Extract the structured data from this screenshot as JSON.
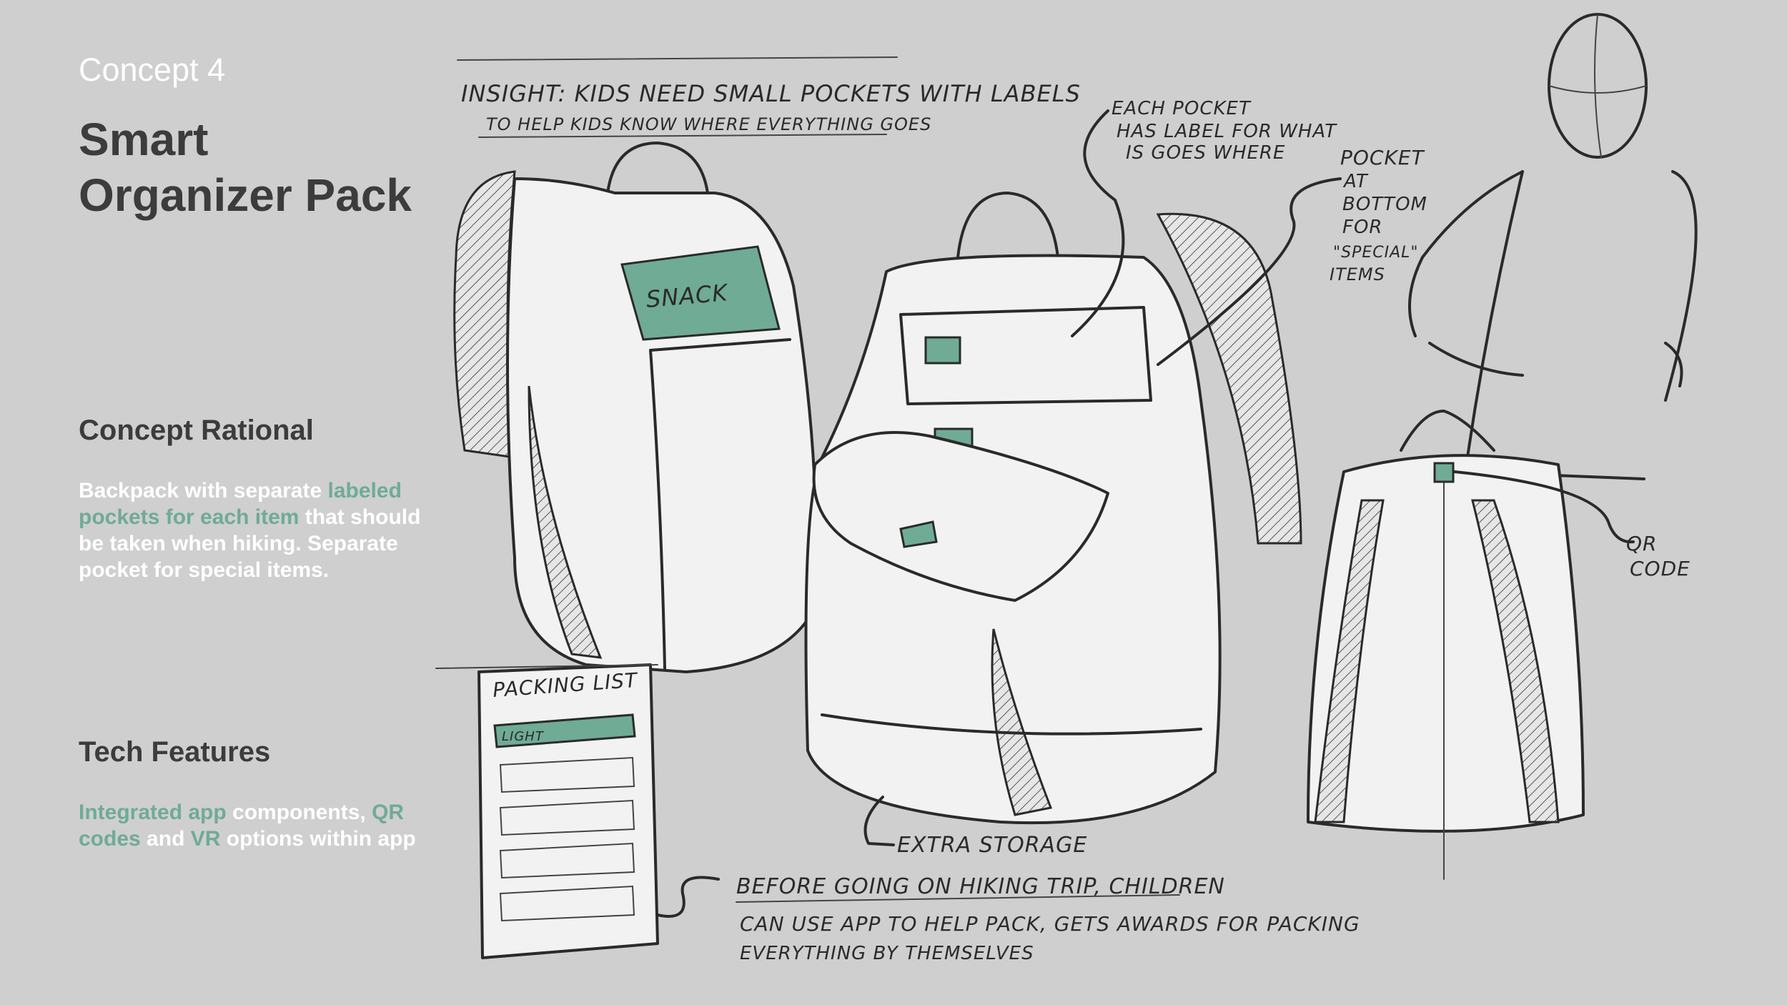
{
  "header": {
    "concept": "Concept 4",
    "title_line1": "Smart",
    "title_line2": "Organizer Pack"
  },
  "rational": {
    "heading": "Concept Rational",
    "part1": "Backpack with separate",
    "highlight": "labeled pockets for each item",
    "part2": "that should be taken when hiking. Separate pocket for special items."
  },
  "tech": {
    "heading": "Tech Features",
    "h1": "Integrated app",
    "t1": " components,",
    "h2": "QR codes",
    "t2": " and ",
    "h3": "VR",
    "t3": " options within app"
  },
  "sketch": {
    "insight_line1": "INSIGHT: KIDS NEED SMALL POCKETS WITH LABELS",
    "insight_line2": "TO HELP KIDS KNOW WHERE EVERYTHING GOES",
    "snack": "SNACK",
    "each_pocket_1": "EACH POCKET",
    "each_pocket_2": "HAS LABEL FOR WHAT",
    "each_pocket_3": "IS GOES WHERE",
    "pocket_bottom_1": "POCKET",
    "pocket_bottom_2": "AT",
    "pocket_bottom_3": "BOTTOM",
    "pocket_bottom_4": "FOR",
    "pocket_bottom_5": "\"SPECIAL\"",
    "pocket_bottom_6": "ITEMS",
    "qr_1": "QR",
    "qr_2": "CODE",
    "packing_list": "PACKING LIST",
    "list_item": "LIGHT",
    "extra_storage": "EXTRA STORAGE",
    "before_1": "BEFORE GOING ON HIKING TRIP, CHILDREN",
    "before_2": "CAN USE APP TO HELP PACK, GETS AWARDS FOR PACKING",
    "before_3": "EVERYTHING BY THEMSELVES"
  },
  "colors": {
    "background": "#cfcfcf",
    "accent": "#6fab95",
    "heading": "#3c3c3c",
    "body": "#ffffff"
  }
}
